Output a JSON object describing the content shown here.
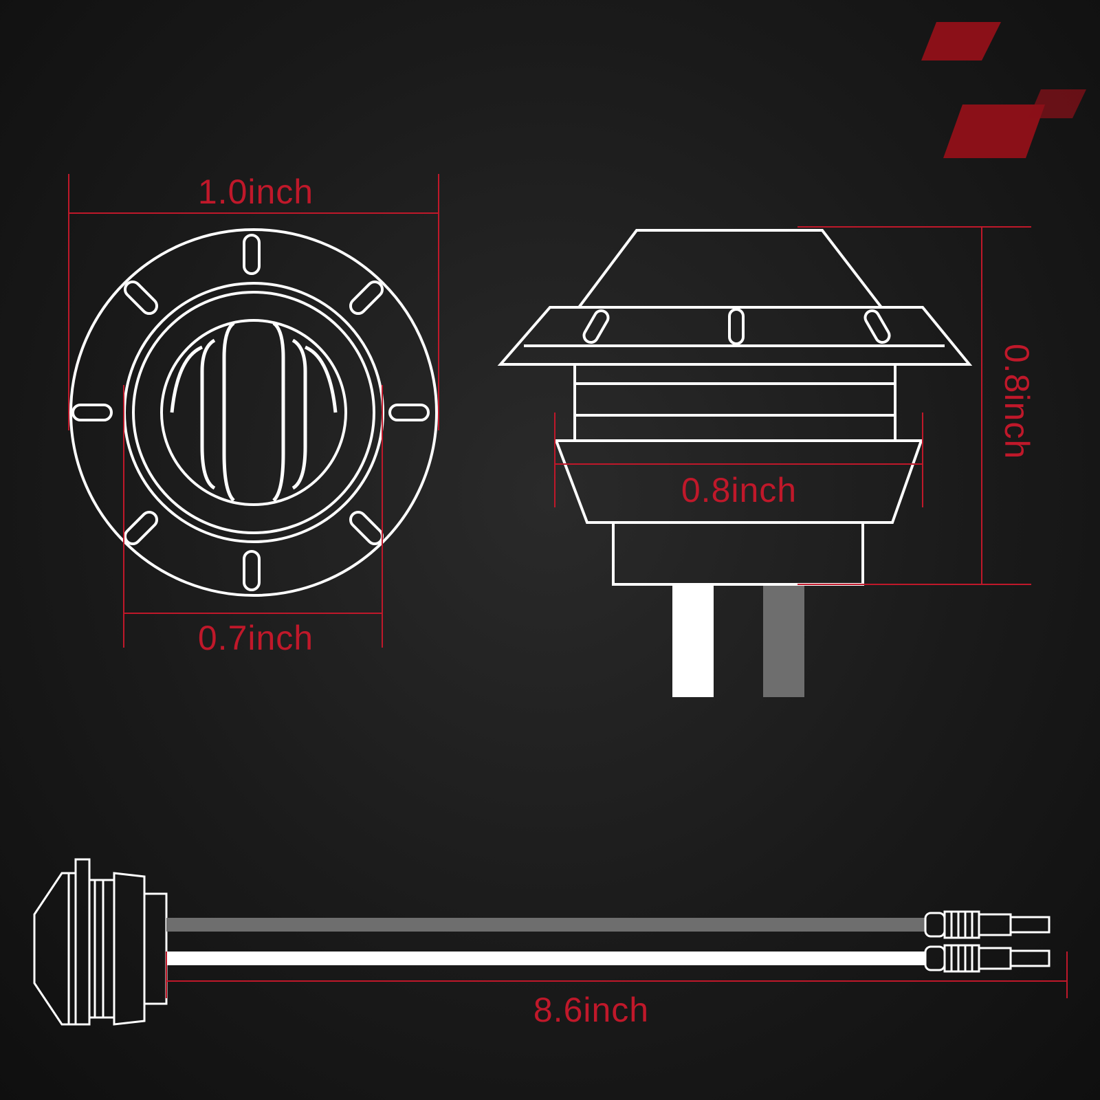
{
  "colors": {
    "background": "#1a1a1a",
    "outline": "#ffffff",
    "dimension": "#c0182a",
    "logo": "#8b1018",
    "wire_gray": "#6e6e6e",
    "wire_white": "#ffffff"
  },
  "dimensions": {
    "front_outer_diameter": "1.0inch",
    "front_inner_diameter": "0.7inch",
    "side_height": "0.8inch",
    "side_base_width": "0.8inch",
    "wire_length": "8.6inch"
  },
  "logo": {
    "icon": "double-parallelogram-logo"
  }
}
